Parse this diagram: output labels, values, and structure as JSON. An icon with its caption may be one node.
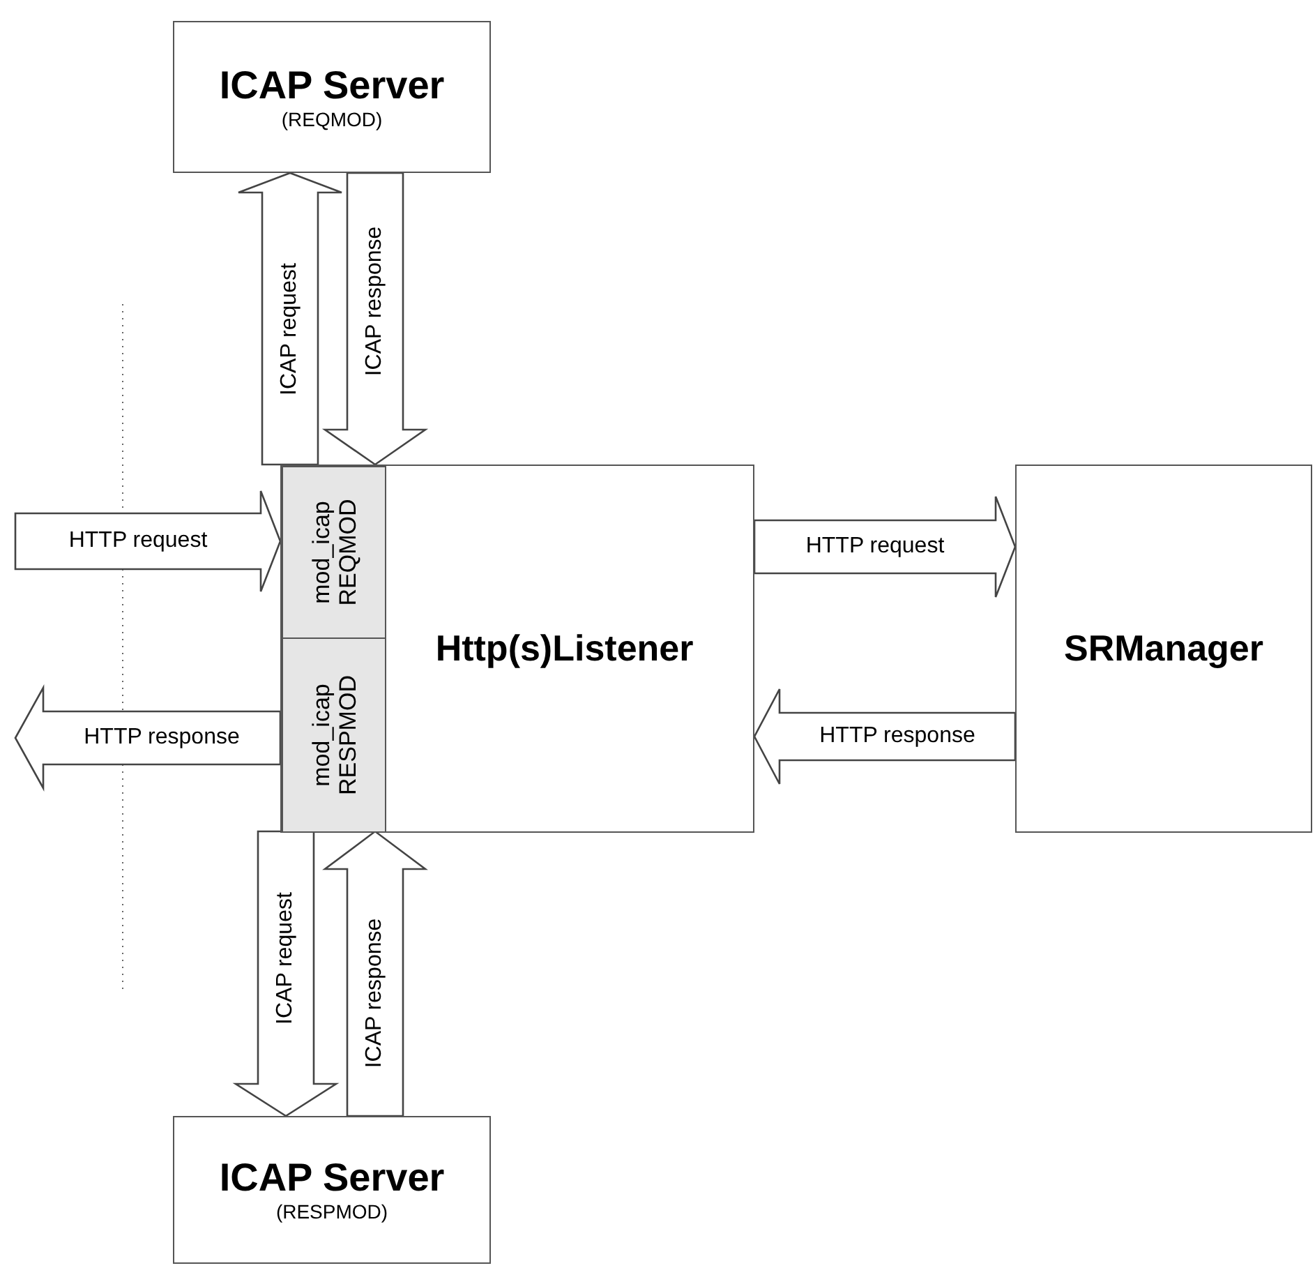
{
  "diagram": {
    "nodes": [
      {
        "text": [
          "ICAP Server",
          "(REQMOD)"
        ]
      },
      {
        "text": [
          "Http(s)Listener"
        ]
      },
      {
        "text": [
          "mod_icap REQMOD"
        ],
        "in": 1
      },
      {
        "text": [
          "mod_icap RESPMOD"
        ],
        "in": 1
      },
      {
        "text": [
          "SRManager"
        ]
      },
      {
        "text": [
          "ICAP Server",
          "(RESPMOD)"
        ]
      }
    ],
    "edges": [
      {
        "from": 2,
        "to": 0,
        "arrow": "to",
        "label": "ICAP request"
      },
      {
        "from": 0,
        "to": 2,
        "arrow": "to",
        "label": "ICAP response"
      },
      {
        "from": null,
        "to": 2,
        "arrow": "to",
        "label": "HTTP request"
      },
      {
        "from": 3,
        "to": null,
        "arrow": "to",
        "label": "HTTP response"
      },
      {
        "from": 1,
        "to": 4,
        "arrow": "to",
        "label": "HTTP request"
      },
      {
        "from": 4,
        "to": 1,
        "arrow": "to",
        "label": "HTTP response"
      },
      {
        "from": 3,
        "to": 5,
        "arrow": "to",
        "label": "ICAP request"
      },
      {
        "from": 5,
        "to": 3,
        "arrow": "to",
        "label": "ICAP response"
      }
    ]
  }
}
